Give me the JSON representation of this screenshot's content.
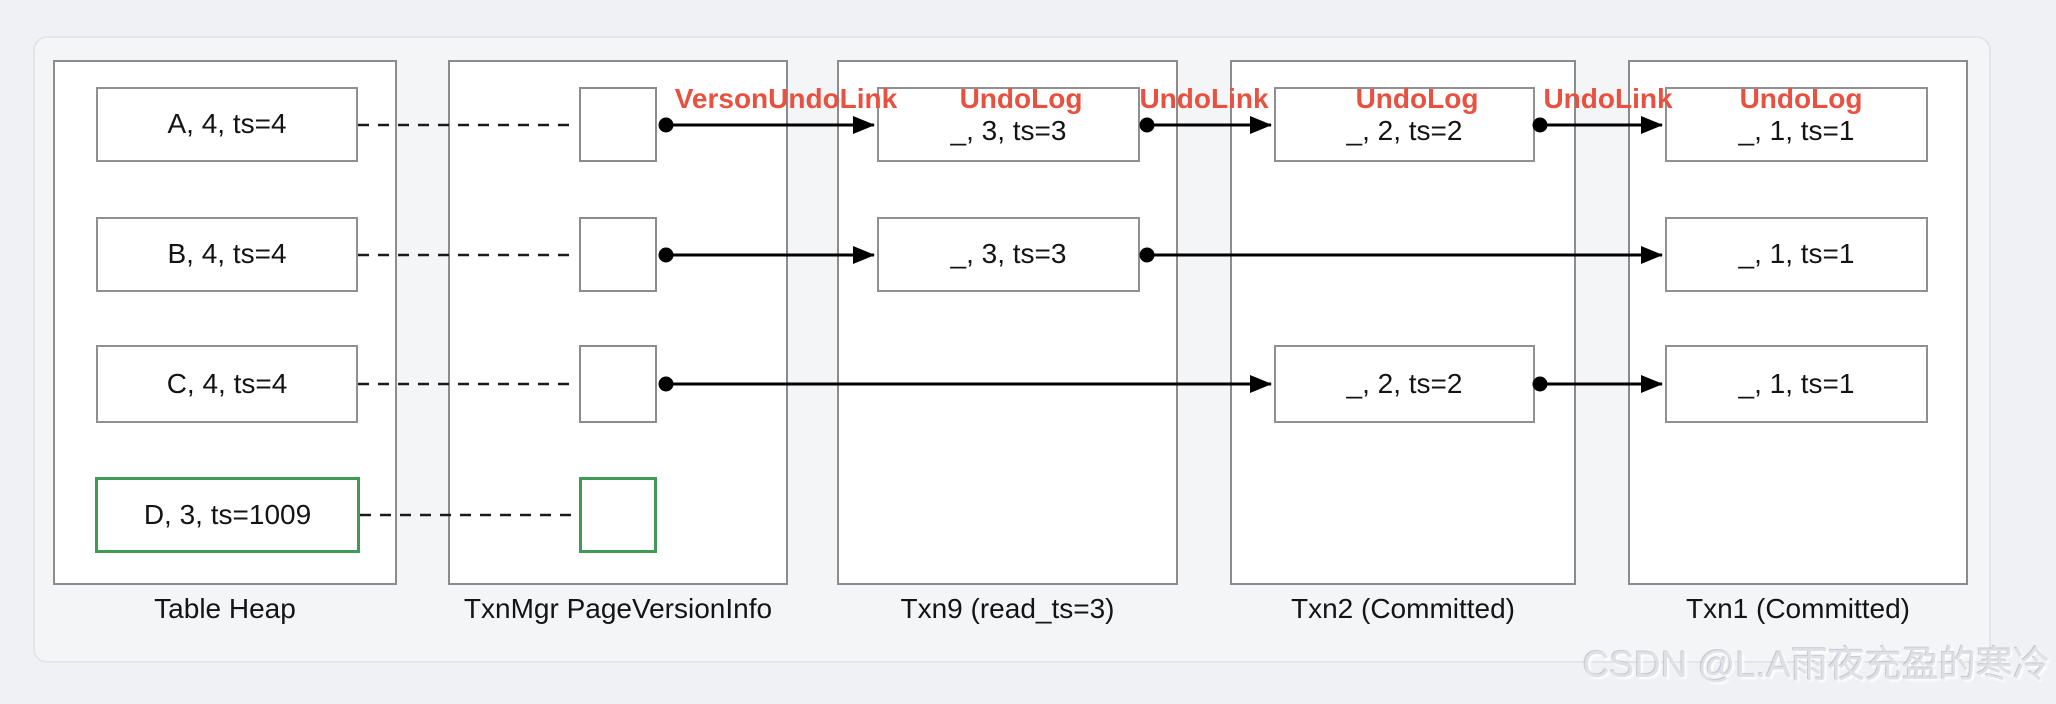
{
  "columns": [
    {
      "label": "Table Heap"
    },
    {
      "label": "TxnMgr PageVersionInfo"
    },
    {
      "label": "Txn9 (read_ts=3)"
    },
    {
      "label": "Txn2 (Committed)"
    },
    {
      "label": "Txn1 (Committed)"
    }
  ],
  "heap_tuples": [
    {
      "label": "A, 4, ts=4",
      "highlighted": false
    },
    {
      "label": "B, 4, ts=4",
      "highlighted": false
    },
    {
      "label": "C, 4, ts=4",
      "highlighted": false
    },
    {
      "label": "D, 3, ts=1009",
      "highlighted": true
    }
  ],
  "undo_columns": {
    "txn9": {
      "rows": [
        {
          "label": "_, 3, ts=3"
        },
        {
          "label": "_, 3, ts=3"
        }
      ]
    },
    "txn2": {
      "rows": [
        {
          "label": "_, 2, ts=2"
        },
        {
          "label": "_, 2, ts=2"
        }
      ]
    },
    "txn1": {
      "rows": [
        {
          "label": "_, 1, ts=1"
        },
        {
          "label": "_, 1, ts=1"
        },
        {
          "label": "_, 1, ts=1"
        }
      ]
    }
  },
  "link_labels": [
    {
      "text": "VersonUndoLink"
    },
    {
      "text": "UndoLog"
    },
    {
      "text": "UndoLink"
    },
    {
      "text": "UndoLog"
    },
    {
      "text": "UndoLink"
    },
    {
      "text": "UndoLog"
    }
  ],
  "watermark": "CSDN @L.A雨夜充盈的寒冷",
  "colors": {
    "link_label_red": "#e8503f",
    "highlight_green": "#3f9a55",
    "box_border_gray": "#8c8c8c",
    "panel_background": "#f4f5f7"
  }
}
